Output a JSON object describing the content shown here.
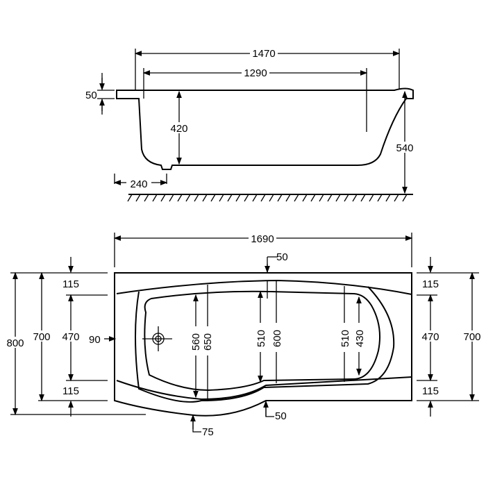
{
  "side_view": {
    "length_overall": "1470",
    "length_inner": "1290",
    "rim_thickness": "50",
    "inner_depth": "420",
    "overall_height": "540",
    "waste_offset": "240"
  },
  "plan_view": {
    "overall_length": "1690",
    "top_rim": "50",
    "left_115_top": "115",
    "left_470": "470",
    "left_115_bottom": "115",
    "left_700": "700",
    "left_800": "800",
    "waste_90": "90",
    "w560": "560",
    "w650": "650",
    "w510_mid": "510",
    "w600": "600",
    "w510_right": "510",
    "w430": "430",
    "right_115_top": "115",
    "right_470": "470",
    "right_115_bottom": "115",
    "right_700": "700",
    "bottom_rim": "50",
    "bulge_75": "75"
  },
  "colors": {
    "line": "#000000",
    "background": "#ffffff"
  }
}
